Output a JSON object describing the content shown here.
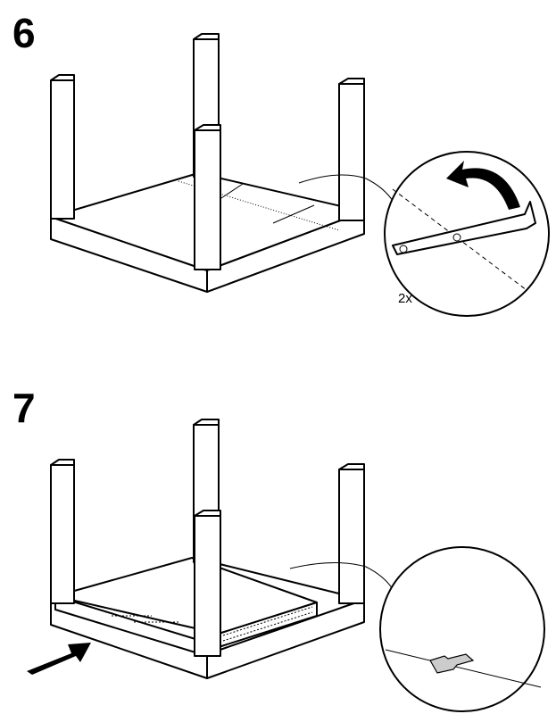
{
  "steps": [
    {
      "number": "6",
      "callout_quantity": "2x"
    },
    {
      "number": "7"
    }
  ],
  "colors": {
    "ink": "#000000",
    "paper": "#ffffff",
    "part_fill": "#cccccc"
  }
}
